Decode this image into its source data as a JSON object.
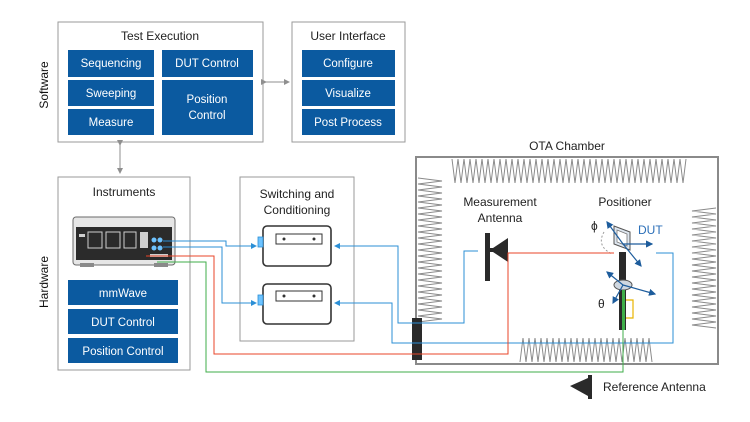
{
  "side_labels": {
    "software": "Software",
    "hardware": "Hardware"
  },
  "test_execution": {
    "title": "Test Execution",
    "blocks": [
      "Sequencing",
      "DUT Control",
      "Sweeping",
      "Position",
      "Control",
      "Measure"
    ]
  },
  "user_interface": {
    "title": "User Interface",
    "blocks": [
      "Configure",
      "Visualize",
      "Post Process"
    ]
  },
  "instruments": {
    "title": "Instruments",
    "blocks": [
      "mmWave",
      "DUT Control",
      "Position Control"
    ]
  },
  "switching": {
    "title_line1": "Switching and",
    "title_line2": "Conditioning"
  },
  "ota": {
    "title": "OTA Chamber",
    "measurement_antenna_line1": "Measurement",
    "measurement_antenna_line2": "Antenna",
    "positioner": "Positioner",
    "dut": "DUT",
    "phi": "ϕ",
    "theta": "θ"
  },
  "legend": {
    "reference_antenna": "Reference Antenna"
  },
  "colors": {
    "block_blue": "#0b5aa0",
    "line_blue": "#2b8fd6",
    "line_red": "#e8452a",
    "line_green": "#3fae49",
    "panel_border": "#9a9a9a"
  }
}
